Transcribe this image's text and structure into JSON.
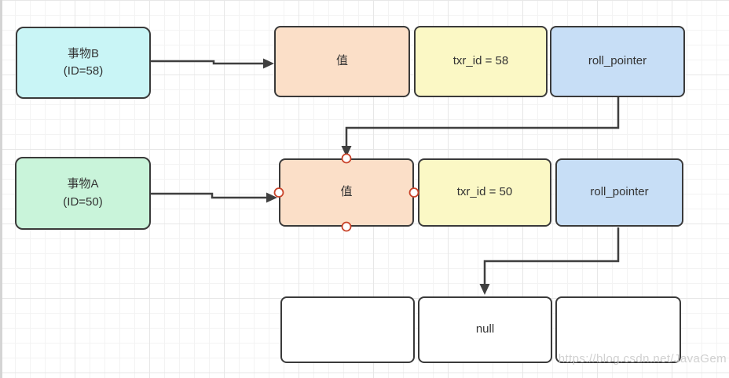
{
  "diagram": {
    "transaction_b": {
      "title": "事物B",
      "subtitle": "(ID=58)"
    },
    "transaction_a": {
      "title": "事物A",
      "subtitle": "(ID=50)"
    },
    "row1": {
      "value": "值",
      "txid": "txr_id = 58",
      "roll_pointer": "roll_pointer"
    },
    "row2": {
      "value": "值",
      "txid": "txr_id = 50",
      "roll_pointer": "roll_pointer"
    },
    "row3": {
      "null_label": "null"
    }
  },
  "watermark": "https://blog.csdn.net/JavaGem",
  "colors": {
    "cyan": "#c9f5f6",
    "green": "#c9f4da",
    "peach": "#fbdfc8",
    "yellow": "#fbf8c5",
    "blue": "#c7def6",
    "box_white": "#ffffff",
    "border": "#3a3a3a",
    "connector": "#3f3f3f",
    "handle_ring": "#c9442a",
    "watermark": "#cdcdcd",
    "text": "#333333"
  }
}
